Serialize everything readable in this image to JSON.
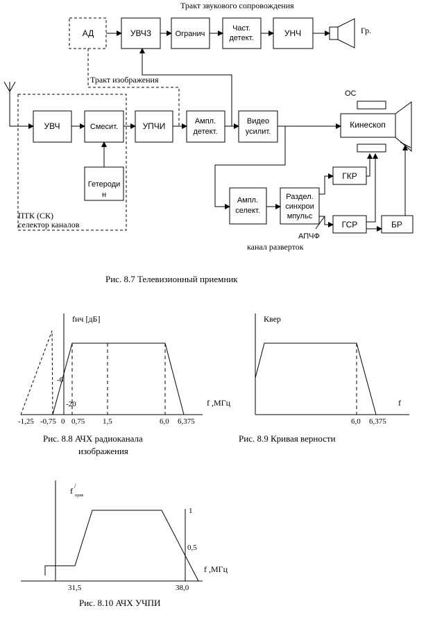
{
  "block_diagram": {
    "blocks": {
      "ad": "АД",
      "uvchz": "УВЧЗ",
      "ogranich": "Огранич",
      "chast_l1": "Част.",
      "chast_l2": "детект.",
      "unch": "УНЧ",
      "uvch": "УВЧ",
      "smesit": "Смесит.",
      "upchi": "УПЧИ",
      "ampl_l1": "Ампл.",
      "ampl_l2": "детект.",
      "video_l1": "Видео",
      "video_l2": "усилит.",
      "kineskop": "Кинескоп",
      "geterodin_l1": "Гетероди",
      "geterodin_l2": "н",
      "gkr": "ГКР",
      "gsr": "ГСР",
      "br": "БР",
      "amplsel_l1": "Ампл.",
      "amplsel_l2": "селект.",
      "razdel_l1": "Раздел.",
      "razdel_l2": "синхрои",
      "razdel_l3": "мпульс"
    },
    "labels": {
      "sound_path": "Тракт звукового сопровождения",
      "image_path": "Тракт изображения",
      "speaker": "Гр.",
      "os": "ОС",
      "ptk_l1": "ПТК (СК)",
      "ptk_l2": "селектор каналов",
      "apchf": "АПЧФ",
      "scan_channel": "канал разверток"
    },
    "caption": "Рис. 8.7    Телевизионный приемник"
  },
  "fig_8_8": {
    "ylabel": "fнч [дБ]",
    "xlabel": "f ,МГц",
    "tick_minus6": "-6",
    "tick_minus20": "-20",
    "x_ticks": [
      "-1,25",
      "-0,75",
      "0",
      "0,75",
      "1,5",
      "6,0",
      "6,375"
    ],
    "caption_l1": "Рис. 8.8    АЧХ радиоканала",
    "caption_l2": "изображения"
  },
  "fig_8_9": {
    "ylabel": "Квер",
    "xlabel": "f",
    "x_ticks": [
      "6,0",
      "6,375"
    ],
    "caption": "Рис. 8.9  Кривая верности"
  },
  "fig_8_10": {
    "ylabel": "f",
    "ylabel_sup": "/",
    "ylabel_sub": "прив",
    "xlabel": "f ,МГц",
    "tick_1": "1",
    "tick_05": "0,5",
    "x_ticks": [
      "31,5",
      "38,0"
    ],
    "caption": "Рис. 8.10    АЧХ УЧПИ"
  }
}
